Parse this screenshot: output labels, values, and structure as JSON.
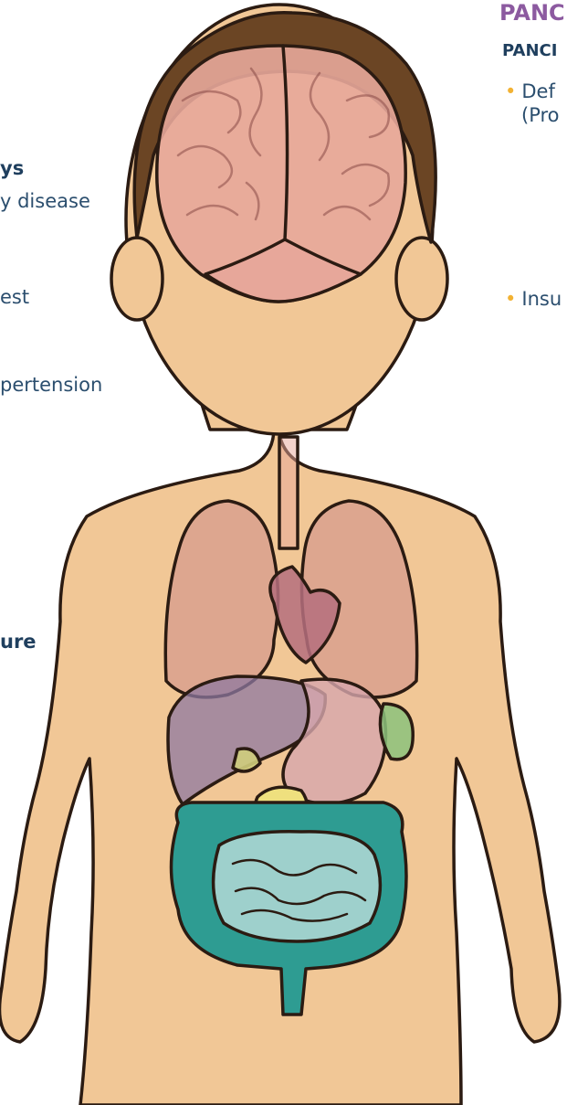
{
  "left_labels": {
    "kidneys_heading": "ys",
    "kidney_disease": "y disease",
    "test": "est",
    "hypertension": "pertension",
    "failure": "ure"
  },
  "right_labels": {
    "section_title": "PANC",
    "sub_title": "PANCI",
    "item1_line1": "Def",
    "item1_line2": "(Pro",
    "item2": "Insu"
  },
  "colors": {
    "skin": "#f1c796",
    "hair": "#6b4524",
    "brain": "#e7a79a",
    "lungs": "#d9a08e",
    "intestine": "#2e9c92",
    "pancreas": "#efe07e",
    "bullet": "#f2b233",
    "title_purple": "#8c5aa0",
    "text_navy": "#1f3f5e"
  }
}
